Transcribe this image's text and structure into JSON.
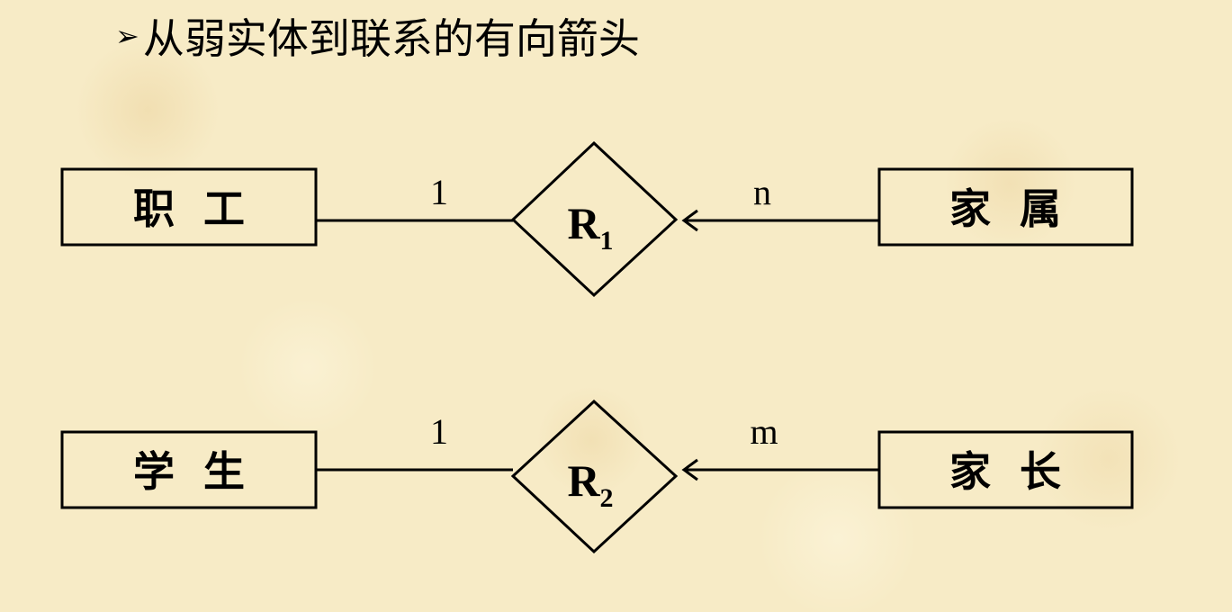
{
  "heading": {
    "bullet": "➢",
    "text": "从弱实体到联系的有向箭头"
  },
  "diagram1": {
    "left_entity": "职  工",
    "right_entity": "家  属",
    "relationship": "R",
    "relationship_sub": "1",
    "left_cardinality": "1",
    "right_cardinality": "n"
  },
  "diagram2": {
    "left_entity": "学  生",
    "right_entity": "家  长",
    "relationship": "R",
    "relationship_sub": "2",
    "left_cardinality": "1",
    "right_cardinality": "m"
  }
}
